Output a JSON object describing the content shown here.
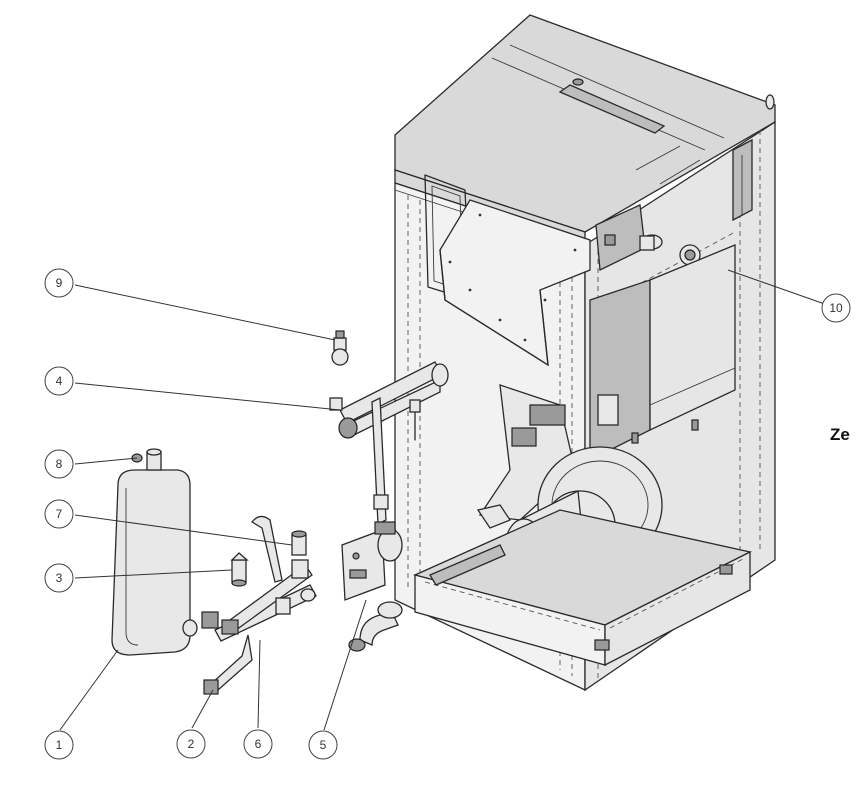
{
  "diagram": {
    "callouts": [
      {
        "id": "1",
        "label": "1"
      },
      {
        "id": "2",
        "label": "2"
      },
      {
        "id": "3",
        "label": "3"
      },
      {
        "id": "4",
        "label": "4"
      },
      {
        "id": "5",
        "label": "5"
      },
      {
        "id": "6",
        "label": "6"
      },
      {
        "id": "7",
        "label": "7"
      },
      {
        "id": "8",
        "label": "8"
      },
      {
        "id": "9",
        "label": "9"
      },
      {
        "id": "10",
        "label": "10"
      }
    ],
    "side_text": "Ze"
  }
}
